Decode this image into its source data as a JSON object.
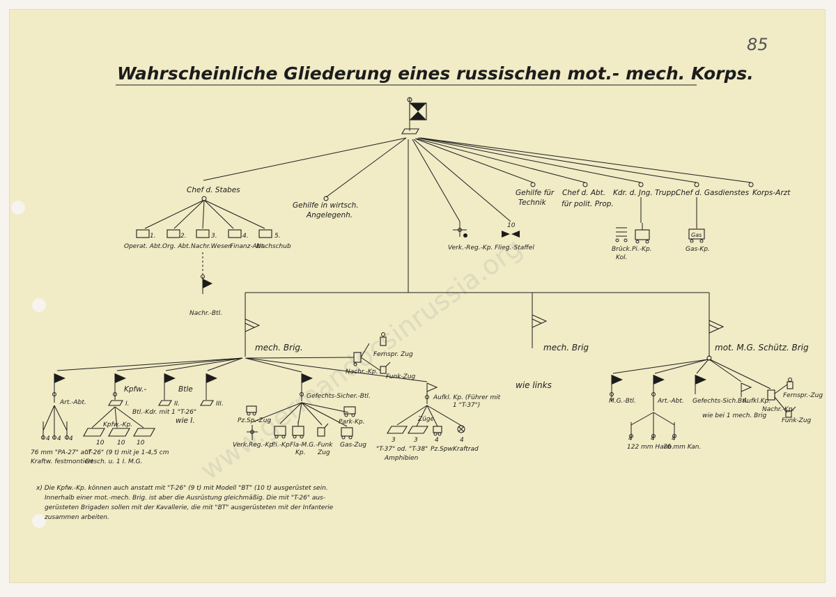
{
  "title": "Wahrscheinliche Gliederung eines russischen mot.- mech. Korps.",
  "page_number": "85",
  "watermark": "www.germandocsinrussia.org",
  "staff": {
    "chef_stabes": "Chef d. Stabes",
    "departments": [
      {
        "num": "1.",
        "label": "Operat. Abt."
      },
      {
        "num": "2.",
        "label": "Org. Abt."
      },
      {
        "num": "3.",
        "label": "Nachr.Wesen"
      },
      {
        "num": "4.",
        "label": "Finanz-Abt."
      },
      {
        "num": "5.",
        "label": "Nachschub"
      }
    ],
    "nachr_btl": "Nachr.-Btl.",
    "gehilfe_wirtsch": [
      "Gehilfe in wirtsch.",
      "Angelegenh."
    ],
    "verk_reg_kp": "Verk.-Reg.-Kp.",
    "flieg_staffel": "Flieg.-Staffel",
    "flieg_num": "10",
    "gehilfe_technik": [
      "Gehilfe für",
      "Technik"
    ],
    "chef_polit": [
      "Chef d. Abt.",
      "für polit. Prop."
    ],
    "kdr_jng": "Kdr. d. Jng. Trupp.",
    "brueck_kol": [
      "Brück.",
      "Kol."
    ],
    "pi_kp": "Pi.-Kp.",
    "chef_gas": "Chef d. Gasdienstes",
    "korps_arzt": "Korps-Arzt",
    "gas_kp": "Gas-Kp.",
    "gas_icon": "Gas"
  },
  "brigades": {
    "mech_brig": "mech. Brig.",
    "mech_brig_2": "mech. Brig",
    "wie_links": "wie links",
    "mg_brig": "mot. M.G. Schütz. Brig",
    "wie_bei": "wie bei 1 mech. Brig"
  },
  "left_brigade": {
    "art_abt": "Art.-Abt.",
    "kpfw": "Kpfw.-",
    "btle": "Btle",
    "btl_roman": [
      "I.",
      "II.",
      "III."
    ],
    "btl_kdr": [
      "Btl.-Kdr. mit 1 \"T-26\"",
      "wie I."
    ],
    "kpfw_kp": "Kpfw.-Kp.",
    "tank_counts": [
      "10",
      "10",
      "10"
    ],
    "t26_note": [
      "\"T-26\" (9 t) mit je 1-4,5 cm",
      "Gesch. u. 1 I. M.G."
    ],
    "art_note": [
      "76 mm \"PA-27\" auf",
      "Kraftw. festmontiert"
    ],
    "art_counts": [
      "4",
      "4",
      "4"
    ],
    "fernspr_zug": "Fernspr. Zug",
    "nachr_kp": "Nachr.-Kp.",
    "funk_zug": "Funk-Zug",
    "gef_sicher": "Gefechts-Sicher.-Btl.",
    "pz_sp_zug": "Pz.Sp.-Zug",
    "park_kp": "Park-Kp.",
    "verk_reg_kp": "Verk.Reg.-Kp.",
    "pi_kp": "Pi.-Kp.",
    "fla_mg_kp": [
      "Fla-M.G.-",
      "Kp."
    ],
    "funk_zug2": [
      "Funk",
      "Zug"
    ],
    "gas_zug": "Gas-Zug",
    "aufkl_kp": "Aufkl. Kp. (Führer mit",
    "aufkl_kp_2": "1 \"T-37\")",
    "zuege": "Züge",
    "aufkl_counts": [
      "3",
      "3",
      "4",
      "4"
    ],
    "t37": [
      "\"T-37\" od. \"T-38\"",
      "Amphibien"
    ],
    "pz_spw": "Pz.Spw.",
    "kraftrad": "Kraftrad"
  },
  "right_brigade": {
    "mg_btl": "M.G.-Btl.",
    "art_abt": "Art.-Abt.",
    "gef_sich_btl": "Gefechts-Sich.Btl.",
    "aufkl_kp": "Aufkl.Kp.",
    "nachr_kp": "Nachr.-Kp.",
    "fernspr_zug": "Fernspr.-Zug",
    "funk_zug": "Funk-Zug",
    "haub": "122 mm Haub.",
    "kan": "76 mm Kan.",
    "art_counts": [
      "4",
      "4",
      "4"
    ]
  },
  "footnote": [
    "x) Die Kpfw.-Kp. können auch anstatt mit \"T-26\" (9 t) mit Modell \"BT\" (10 t) ausgerüstet sein.",
    "Innerhalb einer mot.-mech. Brig. ist aber die Ausrüstung gleichmäßig. Die mit \"T-26\" aus-",
    "gerüsteten Brigaden sollen mit der Kavallerie, die mit \"BT\" ausgerüsteten mit der Infanterie",
    "zusammen arbeiten."
  ]
}
